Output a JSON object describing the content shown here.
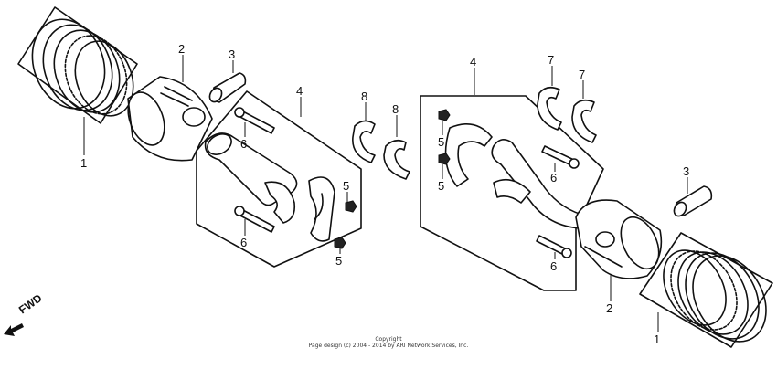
{
  "callouts": {
    "c1a": "1",
    "c2a": "2",
    "c3a": "3",
    "c4a": "4",
    "c6a": "6",
    "c6b": "6",
    "c5a": "5",
    "c5b": "5",
    "c8a": "8",
    "c8b": "8",
    "c4b": "4",
    "c5c": "5",
    "c5d": "5",
    "c7a": "7",
    "c7b": "7",
    "c6c": "6",
    "c6d": "6",
    "c3b": "3",
    "c2b": "2",
    "c1b": "1"
  },
  "fwd_label": "FWD",
  "copyright": {
    "line1": "Copyright",
    "line2": "Page design (c) 2004 - 2014 by ARI Network Services, Inc."
  },
  "icons": {
    "fwd": "arrow-left-down-icon"
  }
}
